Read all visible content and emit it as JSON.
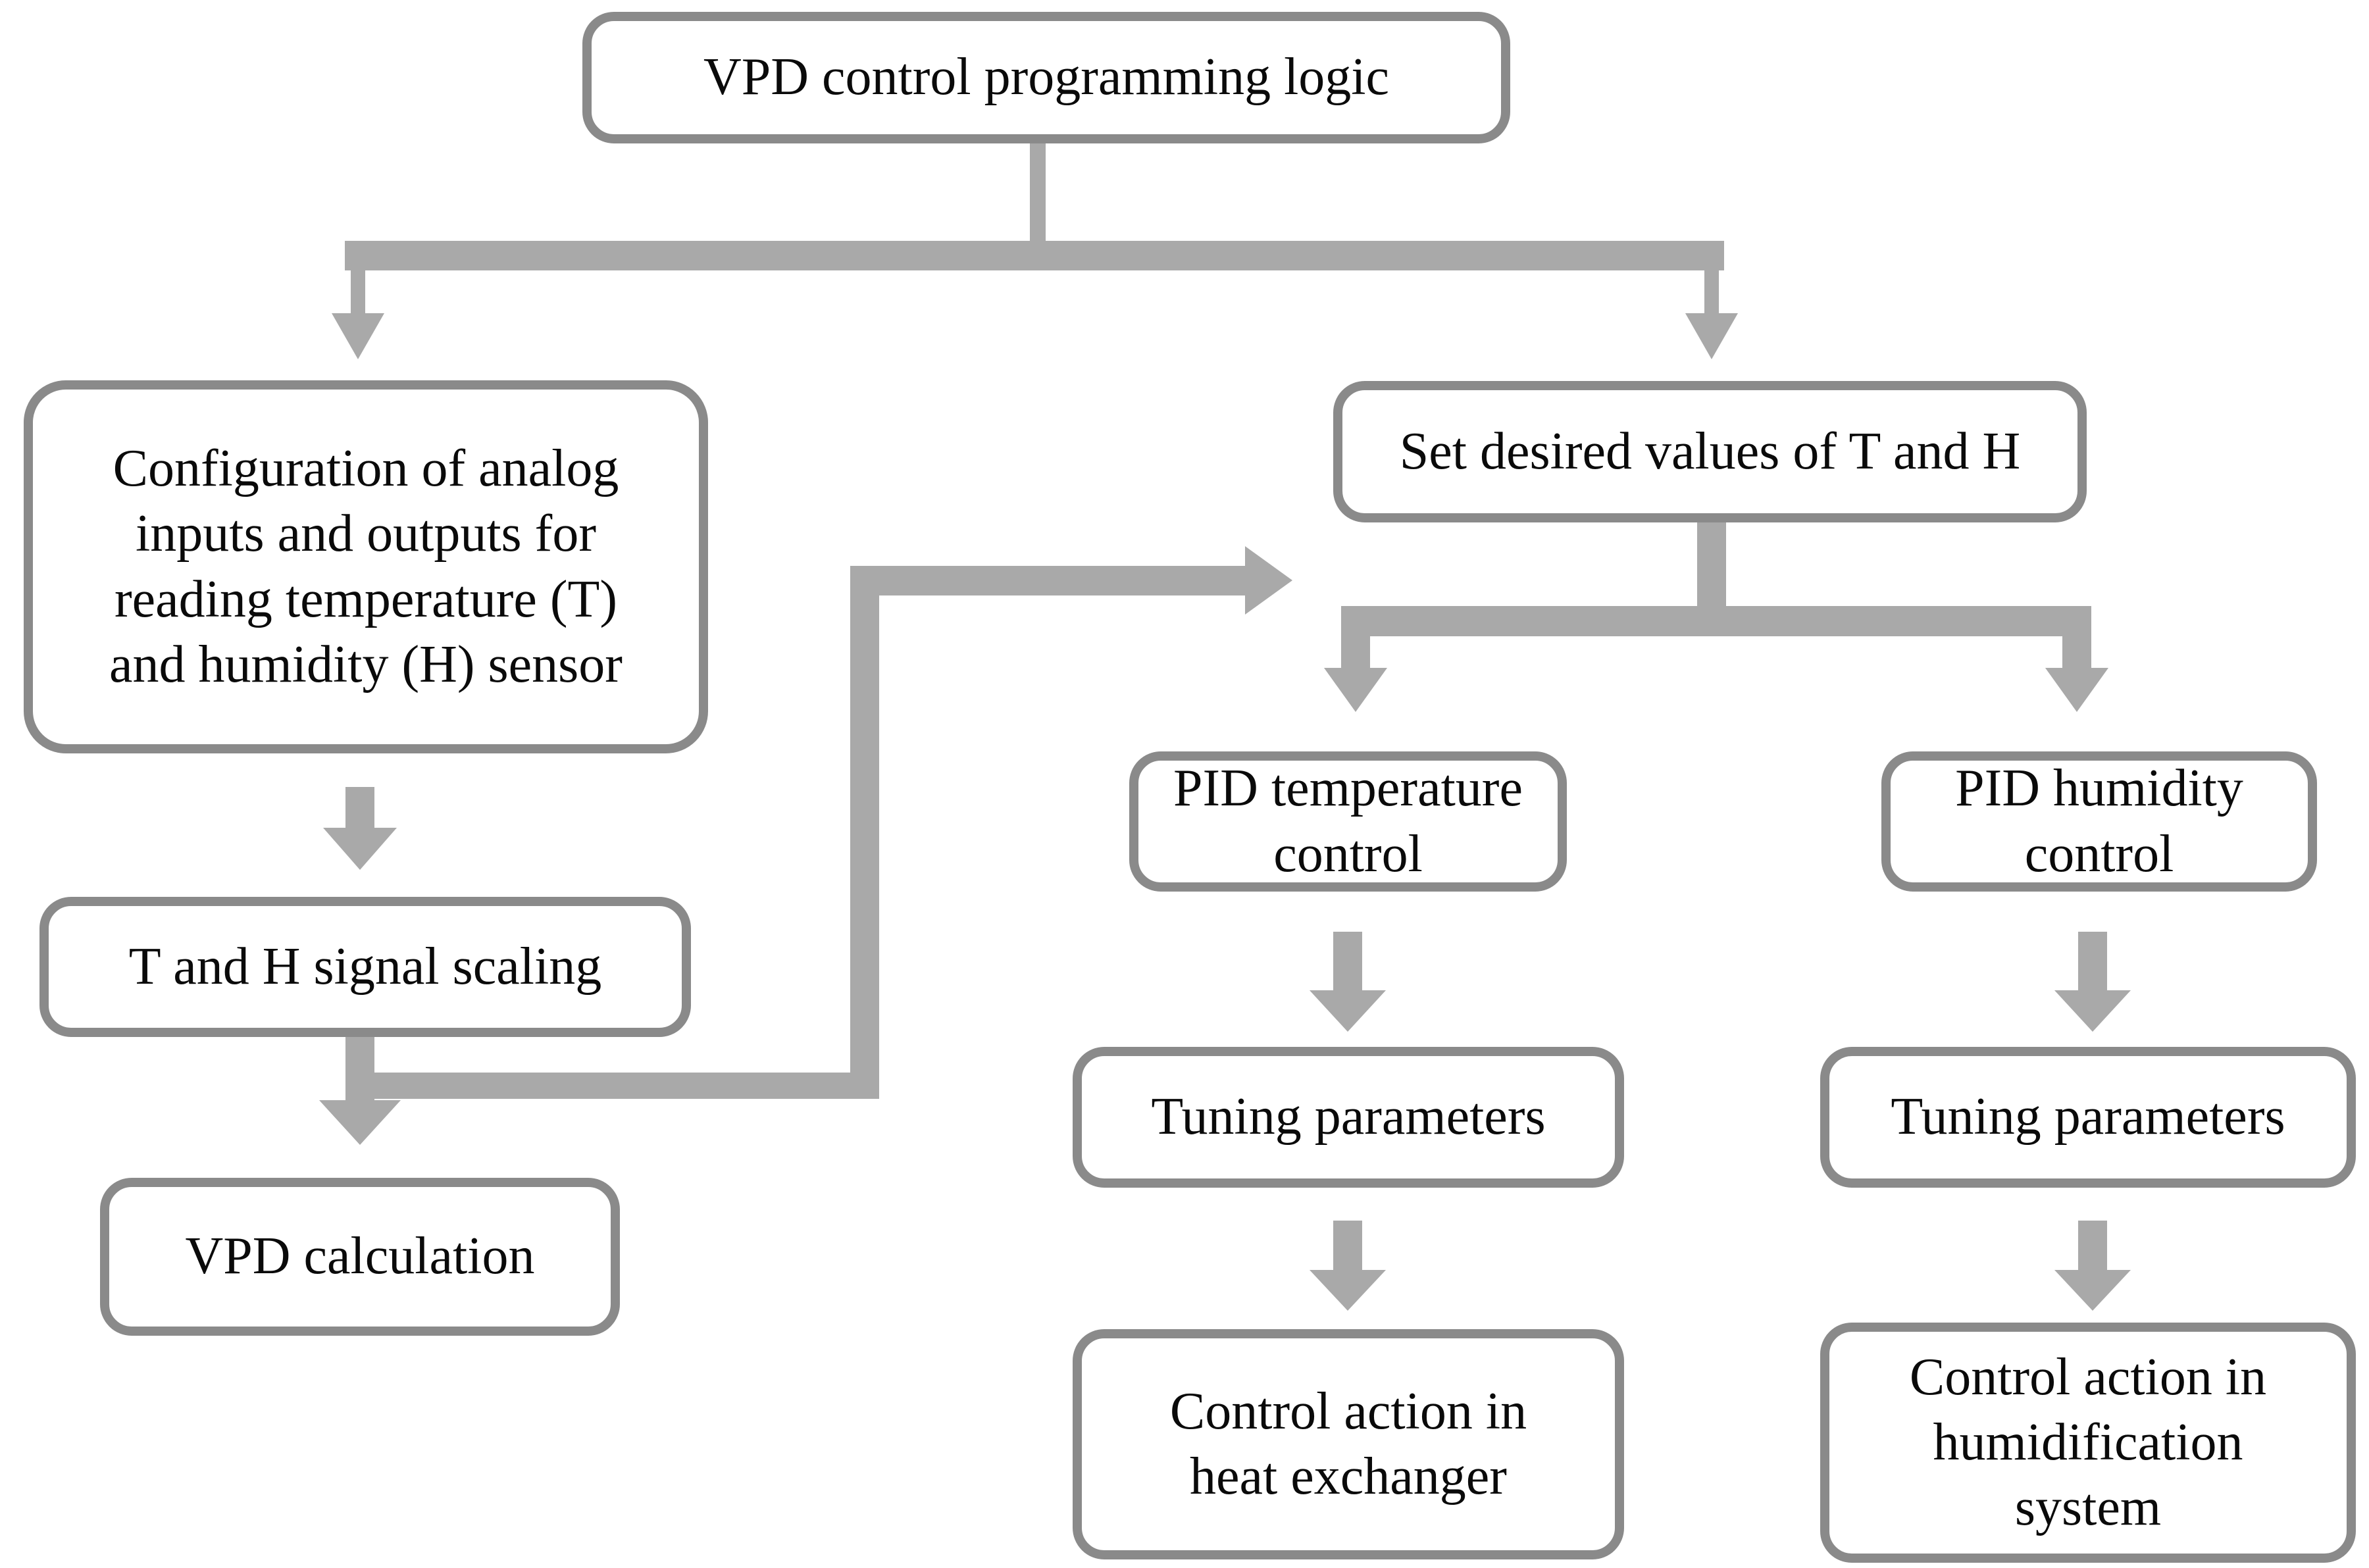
{
  "diagram": {
    "title": "VPD control programming logic flowchart",
    "type": "flowchart"
  },
  "theme": {
    "node-border": "#8a8a8a",
    "connector": "#a9a9a9",
    "text": "#0a0a0a",
    "node-bg": "#ffffff",
    "page-bg": "#ffffff"
  },
  "nodes": {
    "vpd_logic": "VPD control programming logic",
    "config_io": "Configuration of analog\ninputs and outputs for\nreading temperature (T)\nand humidity (H) sensor",
    "th_scaling": "T and H signal scaling",
    "vpd_calc": "VPD calculation",
    "set_values": "Set desired values of T and H",
    "pid_temp": "PID temperature\ncontrol",
    "pid_hum": "PID humidity\ncontrol",
    "tuning_temp": "Tuning parameters",
    "tuning_hum": "Tuning parameters",
    "ctrl_heat": "Control action in\nheat exchanger",
    "ctrl_hum": "Control action in\nhumidification\nsystem"
  },
  "edges": [
    {
      "from": "vpd_logic",
      "to": "config_io"
    },
    {
      "from": "vpd_logic",
      "to": "set_values"
    },
    {
      "from": "config_io",
      "to": "th_scaling"
    },
    {
      "from": "th_scaling",
      "to": "vpd_calc"
    },
    {
      "from": "th_scaling",
      "to": "set_values"
    },
    {
      "from": "set_values",
      "to": "pid_temp"
    },
    {
      "from": "set_values",
      "to": "pid_hum"
    },
    {
      "from": "pid_temp",
      "to": "tuning_temp"
    },
    {
      "from": "pid_hum",
      "to": "tuning_hum"
    },
    {
      "from": "tuning_temp",
      "to": "ctrl_heat"
    },
    {
      "from": "tuning_hum",
      "to": "ctrl_hum"
    }
  ]
}
